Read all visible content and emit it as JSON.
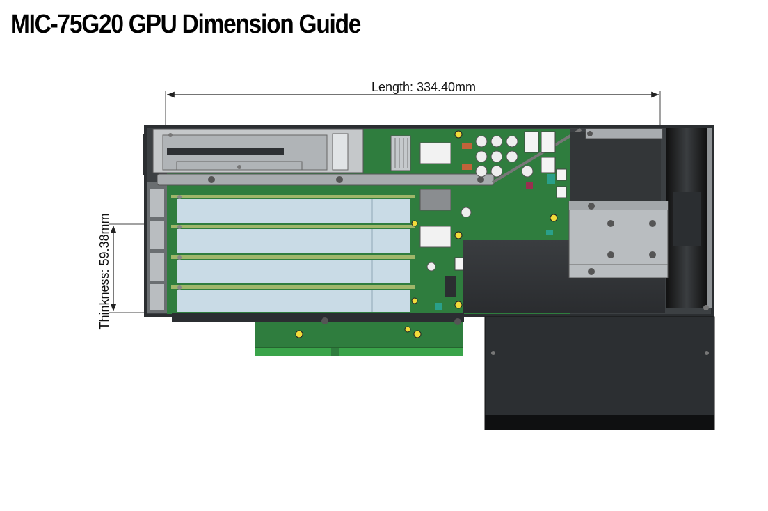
{
  "page": {
    "title": "MIC-75G20 GPU Dimension Guide"
  },
  "dimensions": {
    "length_label": "Length: 334.40mm",
    "thickness_label": "Thinkness: 59.38mm"
  },
  "colors": {
    "pcb_green": "#2f7d3e",
    "chassis_dark": "#2b2e31",
    "card_light_blue": "#c9dbe6",
    "bracket_gray": "#a8acaf",
    "connector_gold": "#f2dc3a",
    "edge_contact_green": "#3aa44a"
  }
}
